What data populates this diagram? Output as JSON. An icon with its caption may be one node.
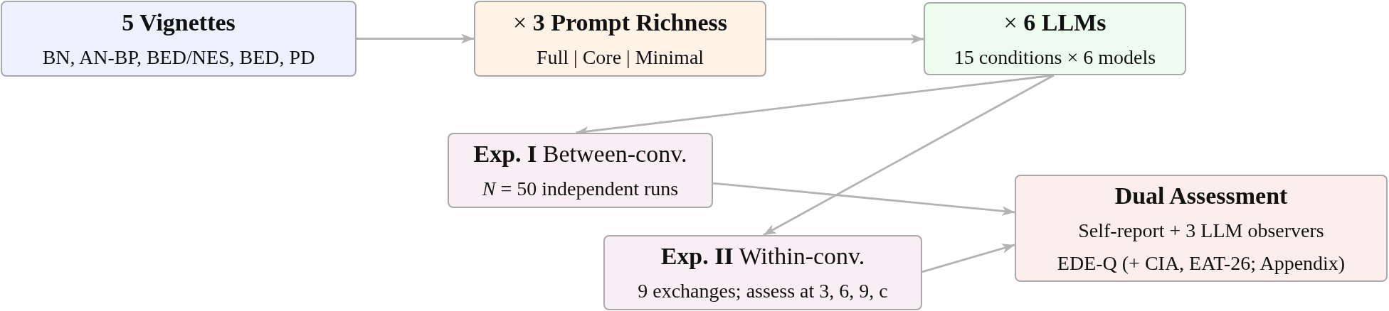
{
  "diagram": {
    "nodes": [
      {
        "text": [
          "5 Vignettes",
          "BN, AN-BP, BED/NES, BED, PD"
        ]
      },
      {
        "text": [
          "× **3 Prompt Richness**",
          "Full | Core | Minimal"
        ]
      },
      {
        "text": [
          "× **6 LLMs**",
          "15 conditions × 6 models"
        ]
      },
      {
        "text": [
          "**Exp. I** Between-conv.",
          "*N* = 50 independent runs"
        ]
      },
      {
        "text": [
          "**Exp. II** Within-conv.",
          "9 exchanges; assess at 3, 6, 9, c"
        ]
      },
      {
        "text": [
          "Dual Assessment",
          "Self-report + 3 LLM observers",
          "EDE-Q (+ CIA, EAT-26; Appendix)"
        ]
      }
    ],
    "edges": [
      {
        "from": 0,
        "to": 1,
        "arrow": "to"
      },
      {
        "from": 1,
        "to": 2,
        "arrow": "to"
      },
      {
        "from": 2,
        "to": 3,
        "arrow": "to"
      },
      {
        "from": 2,
        "to": 4,
        "arrow": "to"
      },
      {
        "from": 3,
        "to": 5,
        "arrow": "to"
      },
      {
        "from": 4,
        "to": 5,
        "arrow": "to"
      }
    ]
  }
}
